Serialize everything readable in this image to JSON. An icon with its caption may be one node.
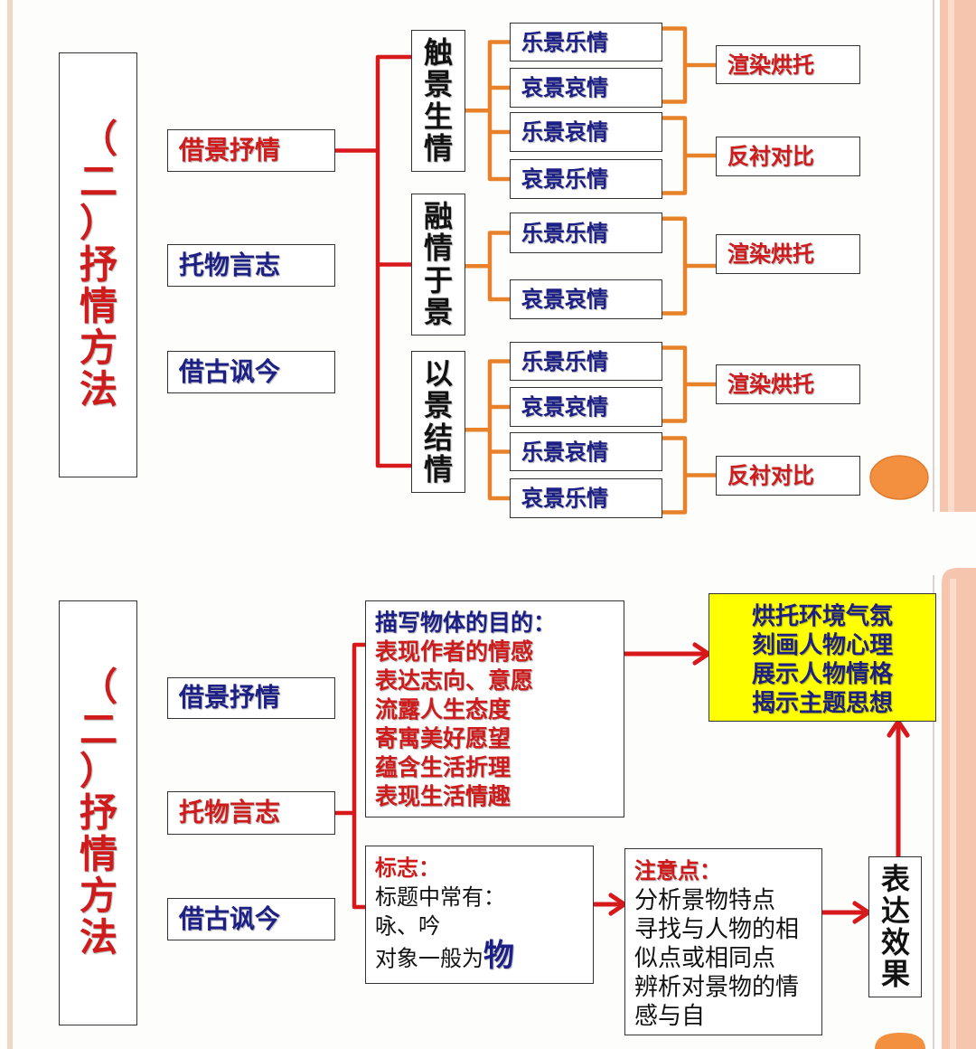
{
  "diagram": {
    "nodes": [
      {
        "text": [
          "（二）抒情方法"
        ]
      },
      {
        "text": [
          "借景抒情"
        ]
      },
      {
        "text": [
          "托物言志"
        ]
      },
      {
        "text": [
          "借古讽今"
        ]
      },
      {
        "text": [
          "触景生情"
        ]
      },
      {
        "text": [
          "融情于景"
        ]
      },
      {
        "text": [
          "以景结情"
        ]
      },
      {
        "text": [
          "乐景乐情"
        ]
      },
      {
        "text": [
          "哀景哀情"
        ]
      },
      {
        "text": [
          "乐景哀情"
        ]
      },
      {
        "text": [
          "哀景乐情"
        ]
      },
      {
        "text": [
          "乐景乐情"
        ]
      },
      {
        "text": [
          "哀景哀情"
        ]
      },
      {
        "text": [
          "乐景乐情"
        ]
      },
      {
        "text": [
          "哀景哀情"
        ]
      },
      {
        "text": [
          "乐景哀情"
        ]
      },
      {
        "text": [
          "哀景乐情"
        ]
      },
      {
        "text": [
          "渲染烘托"
        ]
      },
      {
        "text": [
          "反衬对比"
        ]
      },
      {
        "text": [
          "渲染烘托"
        ]
      },
      {
        "text": [
          "渲染烘托"
        ]
      },
      {
        "text": [
          "反衬对比"
        ]
      },
      {
        "text": [
          "（二）抒情方法"
        ]
      },
      {
        "text": [
          "借景抒情"
        ]
      },
      {
        "text": [
          "托物言志"
        ]
      },
      {
        "text": [
          "借古讽今"
        ]
      },
      {
        "text": [
          "描写物体的目的：",
          "表现作者的情感",
          "表达志向、意愿",
          "流露人生态度",
          "寄寓美好愿望",
          "蕴含生活折理",
          "表现生活情趣"
        ]
      },
      {
        "text": [
          "烘托环境气氛",
          "刻画人物心理",
          "展示人物情格",
          "揭示主题思想"
        ]
      },
      {
        "text": [
          "标志：",
          "标题中常有：",
          "咏、吟",
          "对象一般为**物**"
        ]
      },
      {
        "text": [
          "注意点：",
          "分析景物特点",
          "寻找与人物的相似点或相同点",
          "辨析对景物的情感与自"
        ]
      },
      {
        "text": [
          "表达效果"
        ]
      }
    ],
    "edges": [
      {
        "from": 1,
        "to": 4,
        "arrow": "none",
        "color": "#d7191c"
      },
      {
        "from": 1,
        "to": 5,
        "arrow": "none",
        "color": "#d7191c"
      },
      {
        "from": 1,
        "to": 6,
        "arrow": "none",
        "color": "#d7191c"
      },
      {
        "from": 4,
        "to": 7,
        "arrow": "none"
      },
      {
        "from": 4,
        "to": 8,
        "arrow": "none"
      },
      {
        "from": 4,
        "to": 9,
        "arrow": "none"
      },
      {
        "from": 4,
        "to": 10,
        "arrow": "none"
      },
      {
        "from": 5,
        "to": 11,
        "arrow": "none"
      },
      {
        "from": 5,
        "to": 12,
        "arrow": "none"
      },
      {
        "from": 6,
        "to": 13,
        "arrow": "none"
      },
      {
        "from": 6,
        "to": 14,
        "arrow": "none"
      },
      {
        "from": 6,
        "to": 15,
        "arrow": "none"
      },
      {
        "from": 6,
        "to": 16,
        "arrow": "none"
      },
      {
        "from": 7,
        "to": 17,
        "arrow": "none"
      },
      {
        "from": 8,
        "to": 17,
        "arrow": "none"
      },
      {
        "from": 9,
        "to": 18,
        "arrow": "none"
      },
      {
        "from": 10,
        "to": 18,
        "arrow": "none"
      },
      {
        "from": 11,
        "to": 19,
        "arrow": "none"
      },
      {
        "from": 12,
        "to": 19,
        "arrow": "none"
      },
      {
        "from": 13,
        "to": 20,
        "arrow": "none"
      },
      {
        "from": 14,
        "to": 20,
        "arrow": "none"
      },
      {
        "from": 15,
        "to": 21,
        "arrow": "none"
      },
      {
        "from": 16,
        "to": 21,
        "arrow": "none"
      },
      {
        "from": 24,
        "to": 26,
        "arrow": "none",
        "color": "#d7191c"
      },
      {
        "from": 24,
        "to": 28,
        "arrow": "none",
        "color": "#d7191c"
      },
      {
        "from": 26,
        "to": 27,
        "arrow": "to",
        "color": "#d7191c"
      },
      {
        "from": 28,
        "to": 29,
        "arrow": "to",
        "color": "#d7191c"
      },
      {
        "from": 29,
        "to": 30,
        "arrow": "to",
        "color": "#d7191c"
      },
      {
        "from": 30,
        "to": 27,
        "arrow": "to",
        "color": "#d7191c"
      }
    ]
  }
}
